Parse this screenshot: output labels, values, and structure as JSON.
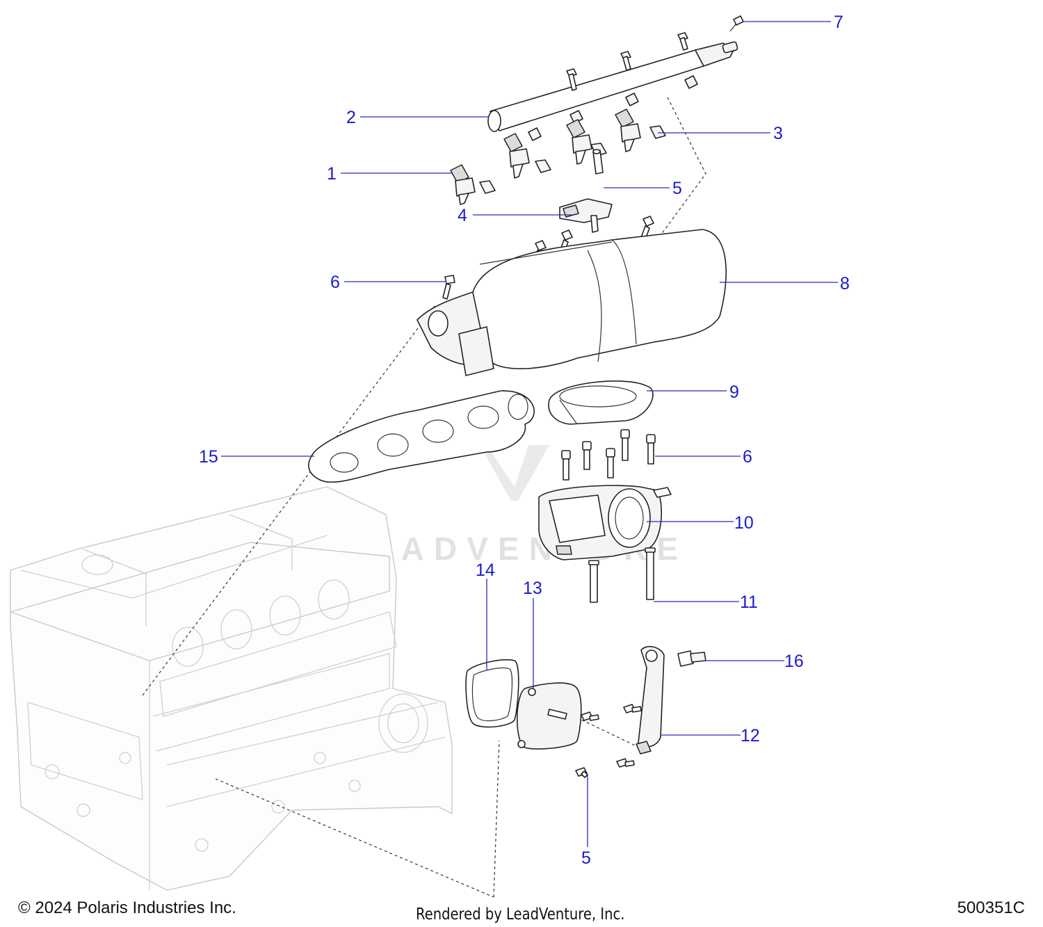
{
  "callouts": {
    "c1": "1",
    "c2": "2",
    "c3": "3",
    "c4": "4",
    "c5a": "5",
    "c5b": "5",
    "c6a": "6",
    "c6b": "6",
    "c7": "7",
    "c8": "8",
    "c9": "9",
    "c10": "10",
    "c11": "11",
    "c12": "12",
    "c13": "13",
    "c14": "14",
    "c15": "15",
    "c16": "16"
  },
  "watermark": {
    "text": "LEADVENTURE"
  },
  "footer": {
    "copyright": "© 2024 Polaris Industries Inc.",
    "rendered_by": "Rendered by LeadVenture, Inc.",
    "diagram_id": "500351C"
  },
  "colors": {
    "callout": "#1a1acc",
    "leader": "#2a2ab8",
    "outline": "#222222",
    "engine_ghost": "#c8c8c8"
  }
}
